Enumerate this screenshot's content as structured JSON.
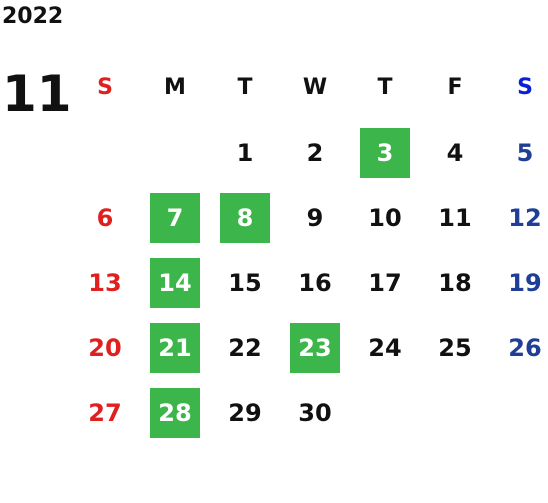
{
  "calendar": {
    "year": "2022",
    "month": "11",
    "weekdays": [
      "S",
      "M",
      "T",
      "W",
      "T",
      "F",
      "S"
    ],
    "weeks": [
      [
        "",
        "",
        "1",
        "2",
        "3",
        "4",
        "5"
      ],
      [
        "6",
        "7",
        "8",
        "9",
        "10",
        "11",
        "12"
      ],
      [
        "13",
        "14",
        "15",
        "16",
        "17",
        "18",
        "19"
      ],
      [
        "20",
        "21",
        "22",
        "23",
        "24",
        "25",
        "26"
      ],
      [
        "27",
        "28",
        "29",
        "30",
        "",
        "",
        ""
      ]
    ],
    "highlighted_days": [
      "3",
      "7",
      "8",
      "14",
      "21",
      "23",
      "28"
    ],
    "colors": {
      "sunday": "#e01f1f",
      "saturday": "#1f3e96",
      "highlight": "#3cb54a"
    }
  }
}
